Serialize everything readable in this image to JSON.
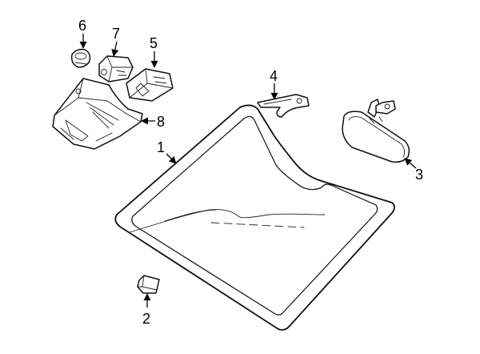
{
  "diagram": {
    "callouts": {
      "c1": "1",
      "c2": "2",
      "c3": "3",
      "c4": "4",
      "c5": "5",
      "c6": "6",
      "c7": "7",
      "c8": "8"
    }
  }
}
